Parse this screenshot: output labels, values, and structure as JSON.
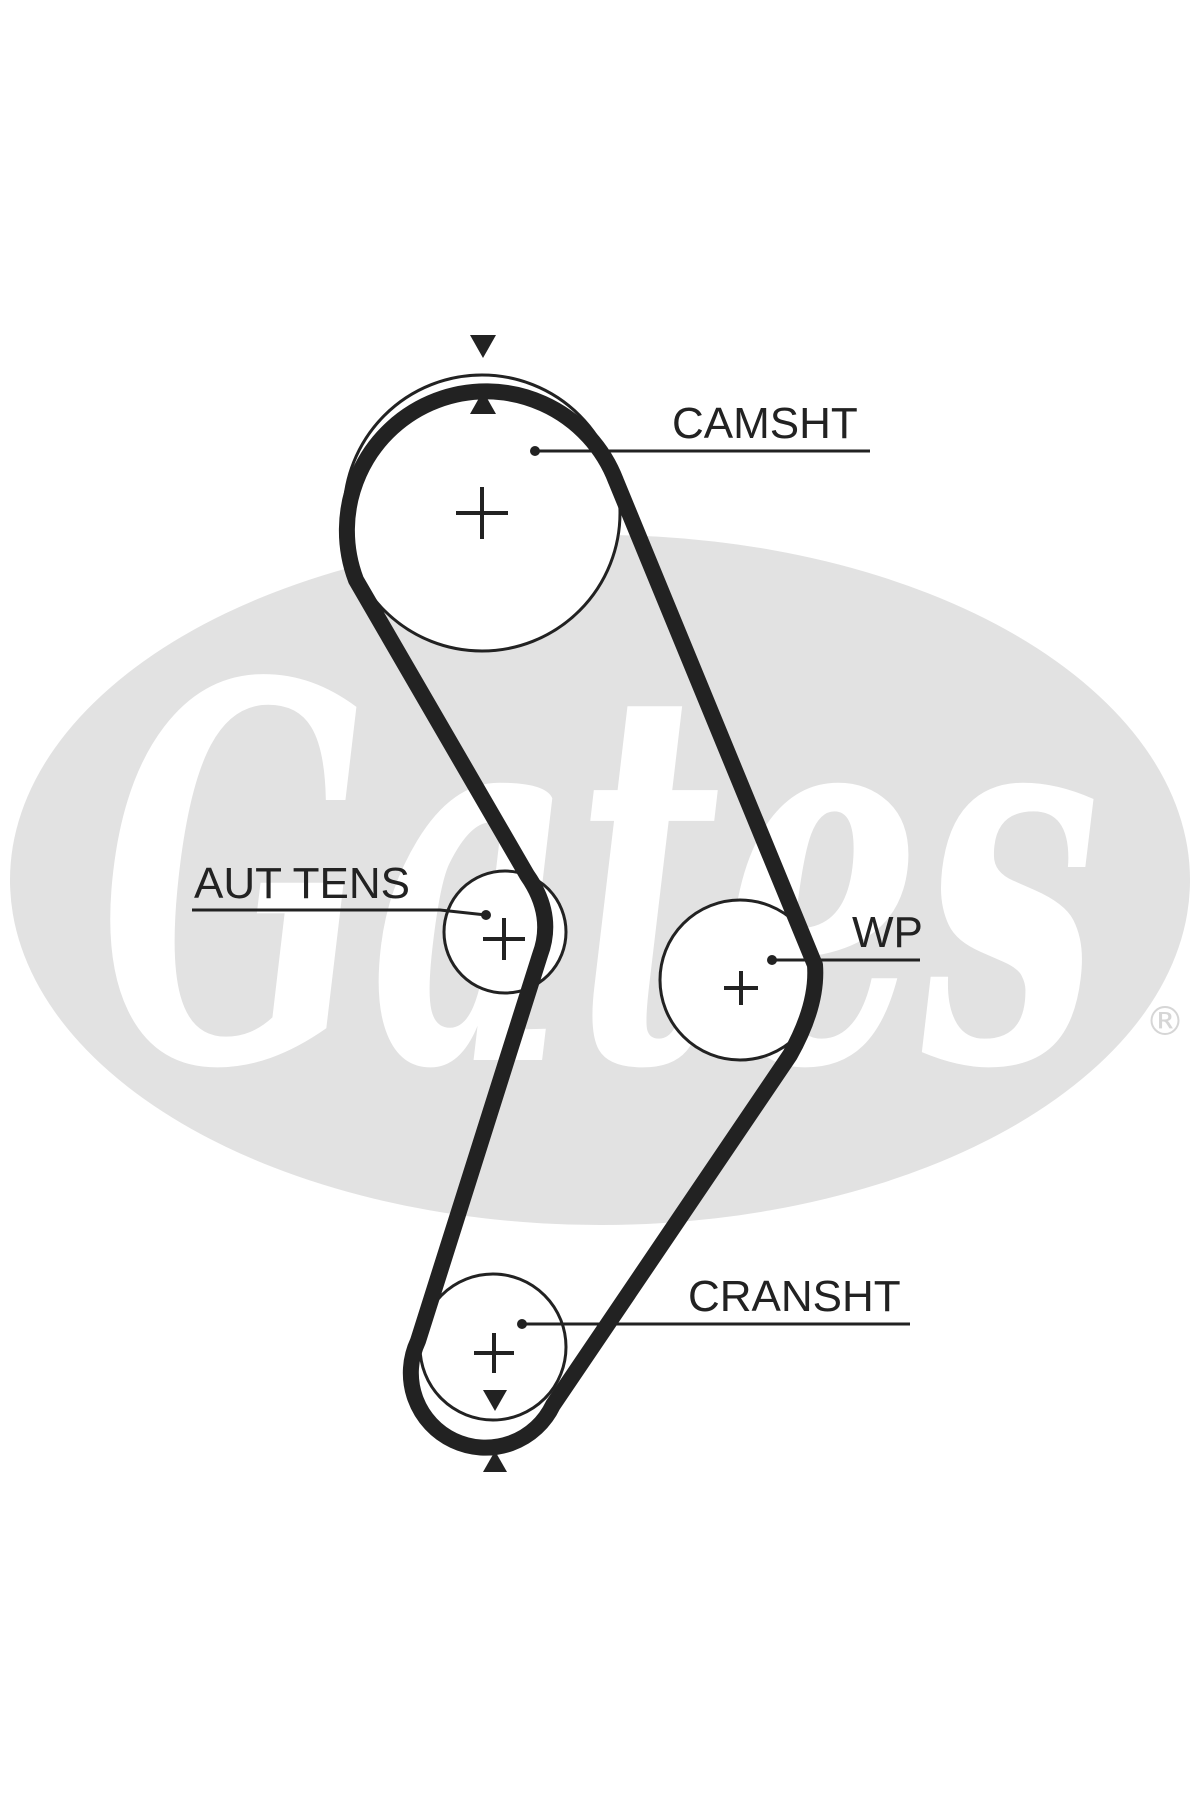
{
  "watermark": {
    "brand": "Gates",
    "registered_mark": "®",
    "color": "#e2e2e2"
  },
  "labels": {
    "camshaft": "CAMSHT",
    "auto_tensioner": "AUT TENS",
    "water_pump": "WP",
    "crankshaft": "CRANSHT"
  },
  "colors": {
    "line": "#222222",
    "background": "#ffffff"
  }
}
